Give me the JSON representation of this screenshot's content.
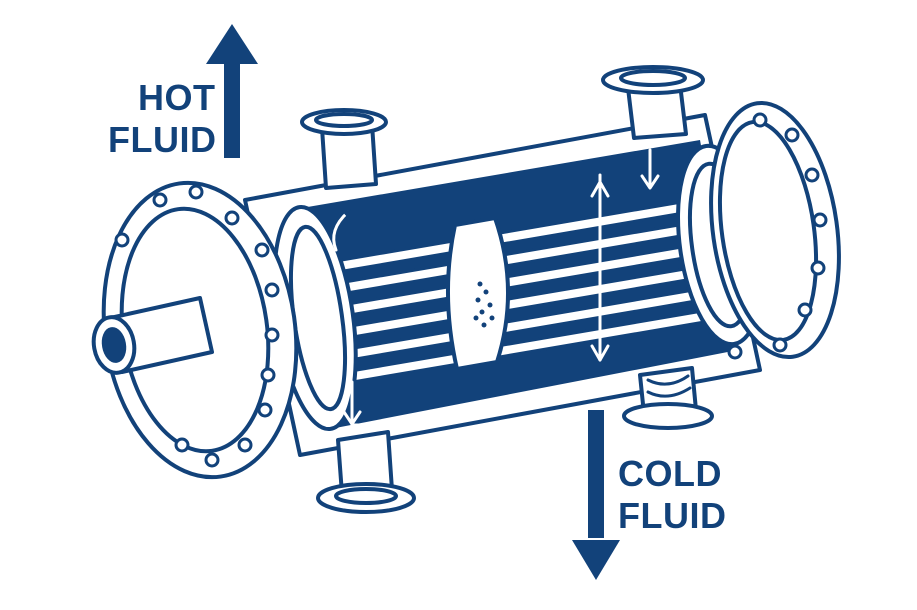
{
  "labels": {
    "hot_line1": "HOT",
    "hot_line2": "FLUID",
    "cold_line1": "COLD",
    "cold_line2": "FLUID"
  },
  "colors": {
    "ink": "#12427a",
    "background": "#ffffff"
  },
  "icons": {
    "hot_outlet": "arrow-up-icon",
    "cold_outlet": "arrow-down-icon"
  }
}
